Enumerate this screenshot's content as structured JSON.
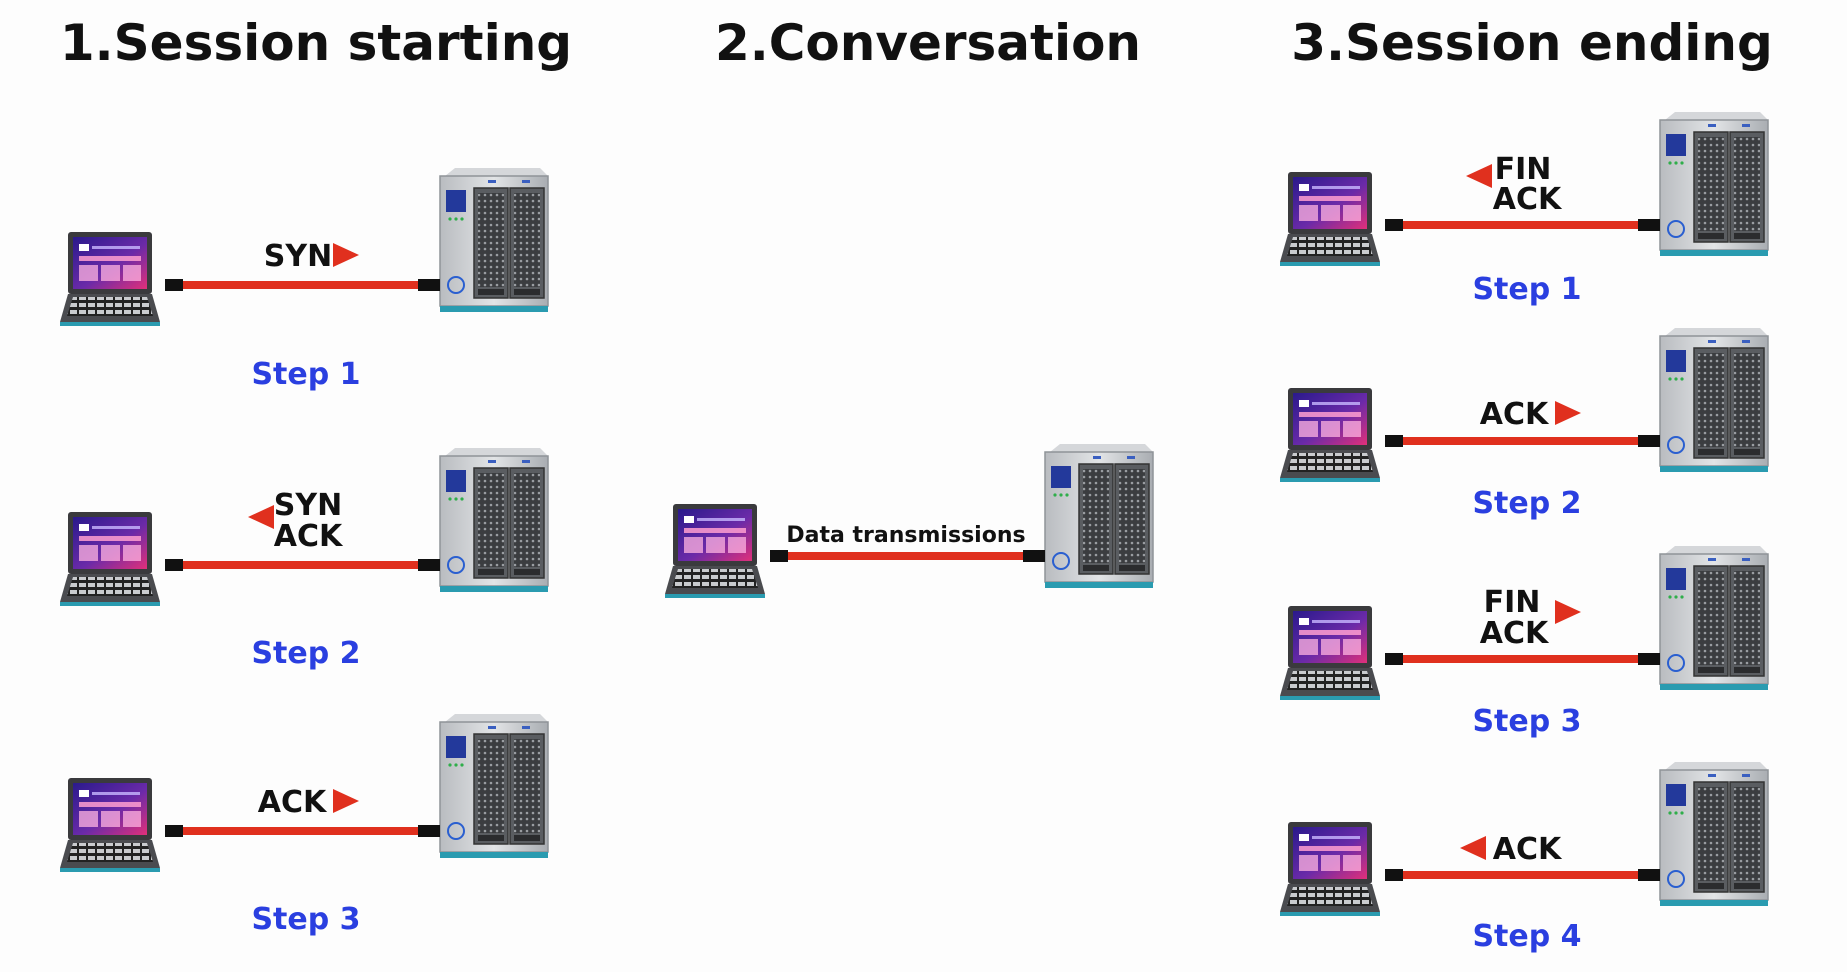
{
  "titles": {
    "session_start": "1.Session starting",
    "conversation": "2.Conversation",
    "session_end": "3.Session ending"
  },
  "session_start": {
    "steps": [
      {
        "label": "Step 1",
        "messages": [
          "SYN"
        ],
        "arrow": "right"
      },
      {
        "label": "Step 2",
        "messages": [
          "SYN",
          "ACK"
        ],
        "arrow": "left"
      },
      {
        "label": "Step 3",
        "messages": [
          "ACK"
        ],
        "arrow": "right"
      }
    ]
  },
  "conversation": {
    "message": "Data transmissions"
  },
  "session_end": {
    "steps": [
      {
        "label": "Step 1",
        "messages": [
          "FIN",
          "ACK"
        ],
        "arrow": "left"
      },
      {
        "label": "Step 2",
        "messages": [
          "ACK"
        ],
        "arrow": "right"
      },
      {
        "label": "Step 3",
        "messages": [
          "FIN",
          "ACK"
        ],
        "arrow": "right"
      },
      {
        "label": "Step 4",
        "messages": [
          "ACK"
        ],
        "arrow": "left"
      }
    ]
  },
  "colors": {
    "cable": "#e0301e",
    "arrow": "#e0301e",
    "step_text": "#2a3fe0",
    "screen_gradient_start": "#2a1a8c",
    "screen_gradient_end": "#e0307a",
    "base_teal": "#2a9bb0"
  },
  "icons": [
    "laptop-icon",
    "server-icon",
    "arrow-right-icon",
    "arrow-left-icon"
  ]
}
